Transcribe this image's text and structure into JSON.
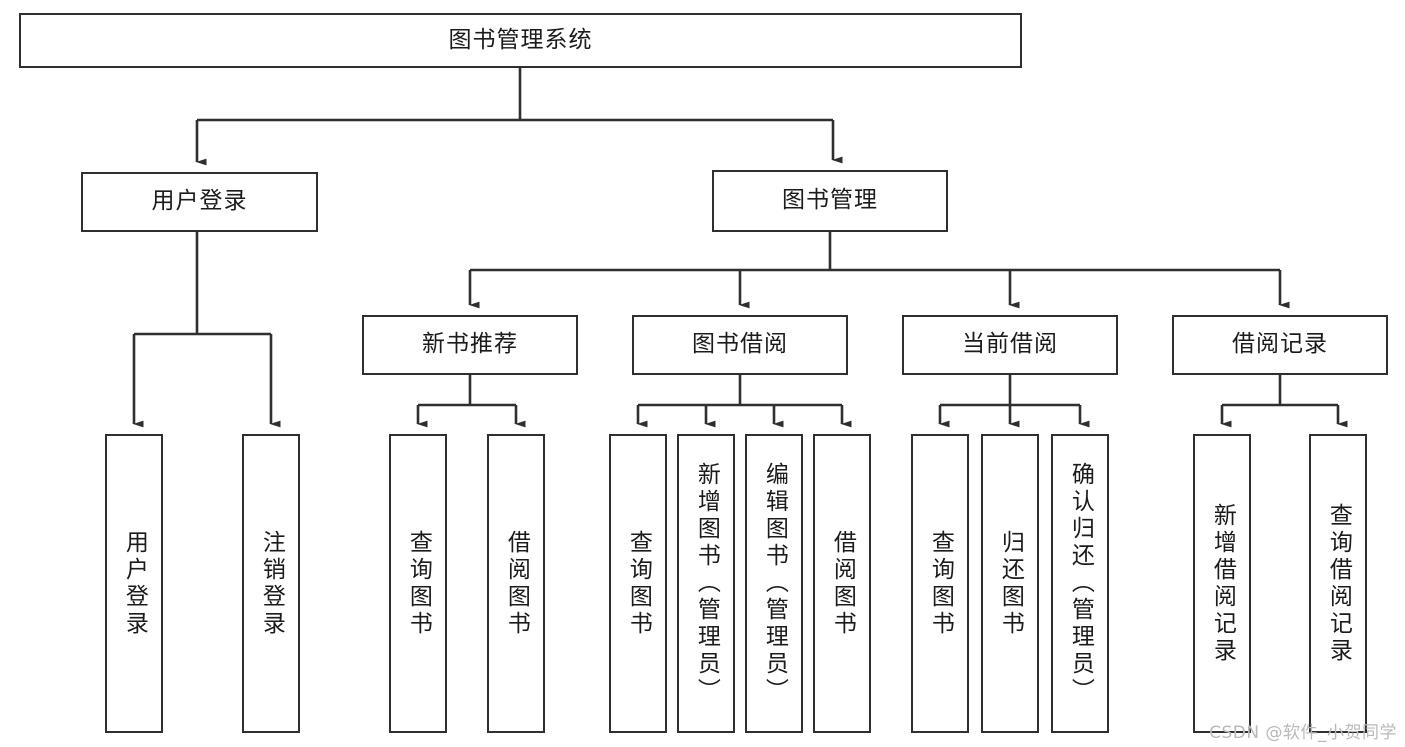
{
  "diagram": {
    "type": "tree",
    "title": "图书管理系统",
    "orientation": "top-down",
    "colors": {
      "border": "#2f2f2f",
      "fill": "#ffffff",
      "edge": "#2f2f2f",
      "text": "#1b1b1b",
      "watermark": "#b9b9b9"
    }
  },
  "root": {
    "label": "图书管理系统"
  },
  "level2": [
    {
      "label": "用户登录"
    },
    {
      "label": "图书管理"
    }
  ],
  "level3": [
    {
      "label": "新书推荐"
    },
    {
      "label": "图书借阅"
    },
    {
      "label": "当前借阅"
    },
    {
      "label": "借阅记录"
    }
  ],
  "leaves": {
    "user_login": [
      {
        "label": "用户登录"
      },
      {
        "label": "注销登录"
      }
    ],
    "new_book_recommend": [
      {
        "label": "查询图书"
      },
      {
        "label": "借阅图书"
      }
    ],
    "book_borrow": [
      {
        "label": "查询图书"
      },
      {
        "label": "新增图书（管理员）"
      },
      {
        "label": "编辑图书（管理员）"
      },
      {
        "label": "借阅图书"
      }
    ],
    "current_borrow": [
      {
        "label": "查询图书"
      },
      {
        "label": "归还图书"
      },
      {
        "label": "确认归还（管理员）"
      }
    ],
    "borrow_record": [
      {
        "label": "新增借阅记录"
      },
      {
        "label": "查询借阅记录"
      }
    ]
  },
  "watermark": {
    "text": "CSDN @软件_小贺同学"
  }
}
